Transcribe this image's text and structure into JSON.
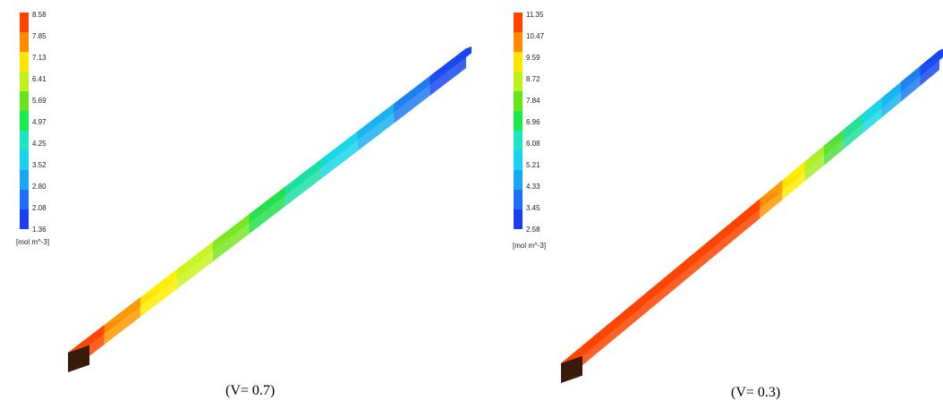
{
  "left": {
    "caption": "(V= 0.7)",
    "legend_values": [
      "8.58",
      "7.85",
      "7.13",
      "6.41",
      "5.69",
      "4.97",
      "4.25",
      "3.52",
      "2.80",
      "2.08",
      "1.36"
    ],
    "legend_unit": "[mol m^-3]",
    "segment_colors": [
      "#ff4400",
      "#ff8c00",
      "#ffe500",
      "#bff21a",
      "#66e61a",
      "#1aeb4d",
      "#1ae6c3",
      "#1ad2f0",
      "#1aa7f2",
      "#1f6ff2",
      "#1a3ff0"
    ],
    "beam_segments": [
      "#ff4400",
      "#ff9900",
      "#ffee00",
      "#c8f520",
      "#7ae624",
      "#22e04d",
      "#1ae0a6",
      "#1ad7e8",
      "#1ab2f2",
      "#1f7df2",
      "#1a47f0"
    ],
    "beam_weights": [
      1,
      1,
      1,
      1,
      1,
      1,
      1,
      1,
      1,
      1,
      1
    ]
  },
  "right": {
    "caption": "(V= 0.3)",
    "legend_values": [
      "11.35",
      "10.47",
      "9.59",
      "8.72",
      "7.84",
      "6.96",
      "6.08",
      "5.21",
      "4.33",
      "3.45",
      "2.58"
    ],
    "legend_unit": "[mol m^-3]",
    "segment_colors": [
      "#ff4400",
      "#ff8c00",
      "#ffe500",
      "#bff21a",
      "#66e61a",
      "#1aeb4d",
      "#1ae6c3",
      "#1ad2f0",
      "#1aa7f2",
      "#1f6ff2",
      "#1a3ff0"
    ],
    "beam_segments": [
      "#ff4400",
      "#ff9900",
      "#ffee00",
      "#a8ed2a",
      "#4fe03a",
      "#22e0a0",
      "#1ad7e8",
      "#1ab2f2",
      "#1f7df2",
      "#1a47f0"
    ],
    "beam_weights": [
      6.2,
      0.7,
      0.7,
      0.6,
      0.6,
      0.6,
      0.6,
      0.6,
      0.6,
      0.6
    ]
  }
}
